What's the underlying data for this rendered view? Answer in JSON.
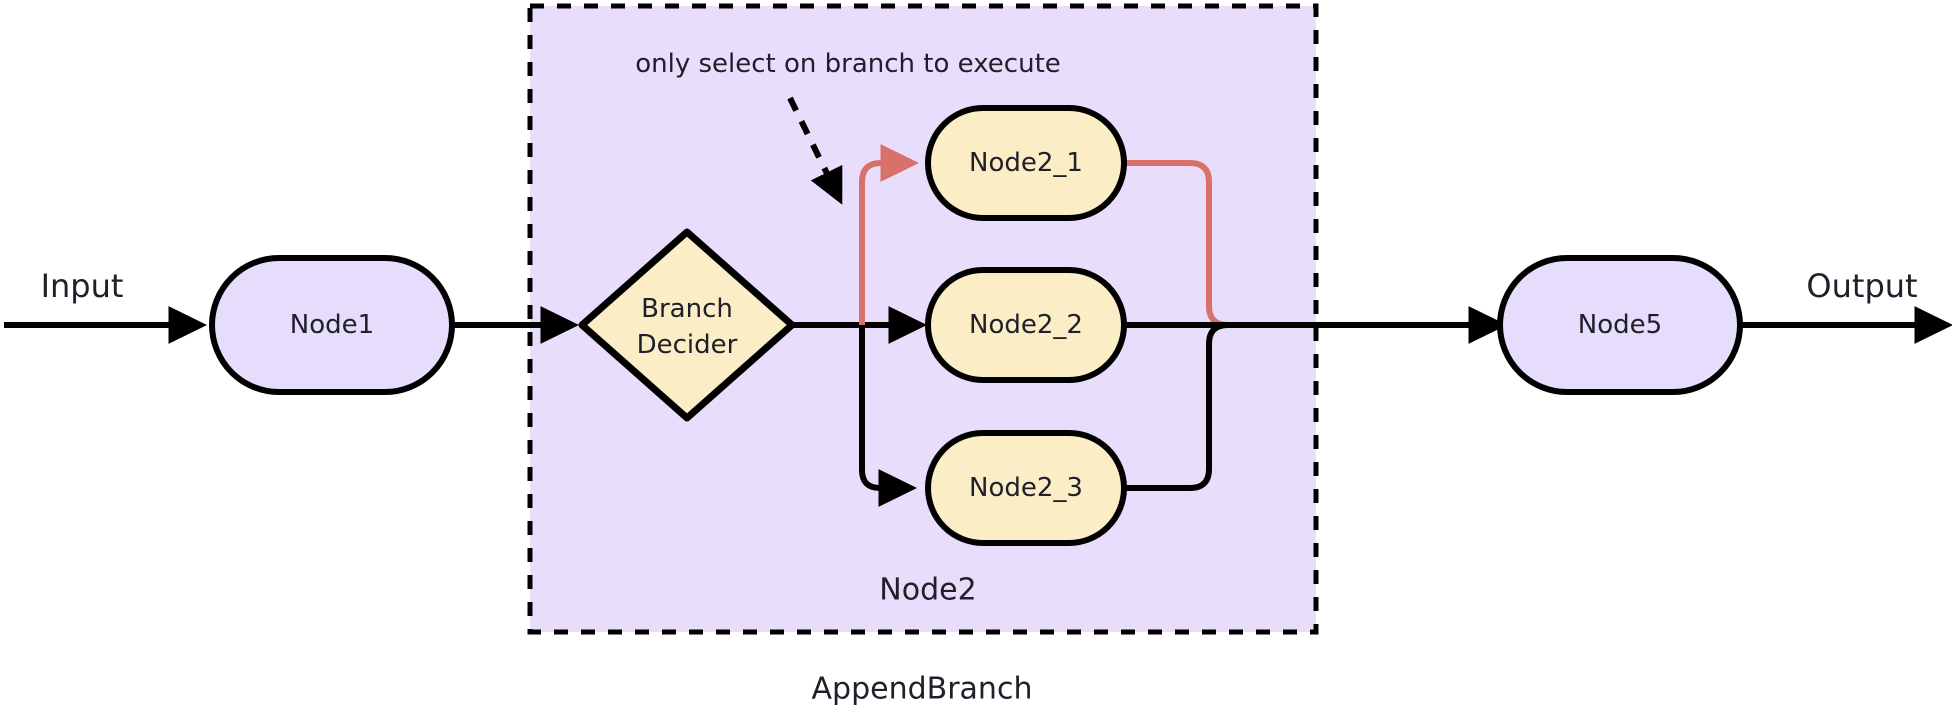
{
  "diagram": {
    "title": "AppendBranch",
    "io": {
      "input_label": "Input",
      "output_label": "Output"
    },
    "annotation": {
      "text": "only select on branch to execute",
      "pointer": "dashed-arrow"
    },
    "group": {
      "outer_label": "AppendBranch",
      "inner_label": "Node2",
      "fill": "#e8ddfb",
      "border_color": "#000000",
      "border_style": "dashed"
    },
    "nodes": [
      {
        "id": "node1",
        "label": "Node1",
        "shape": "stadium",
        "fill": "#e6dcfb",
        "stroke": "#000000"
      },
      {
        "id": "branch-decider",
        "label_line1": "Branch",
        "label_line2": "Decider",
        "shape": "diamond",
        "fill": "#fbeec6",
        "stroke": "#000000"
      },
      {
        "id": "node2_1",
        "label": "Node2_1",
        "shape": "stadium",
        "fill": "#fbeec6",
        "stroke": "#000000"
      },
      {
        "id": "node2_2",
        "label": "Node2_2",
        "shape": "stadium",
        "fill": "#fbeec6",
        "stroke": "#000000"
      },
      {
        "id": "node2_3",
        "label": "Node2_3",
        "shape": "stadium",
        "fill": "#fbeec6",
        "stroke": "#000000"
      },
      {
        "id": "node5",
        "label": "Node5",
        "shape": "stadium",
        "fill": "#e6dcfb",
        "stroke": "#000000"
      }
    ],
    "edges": [
      {
        "id": "input-to-node1",
        "from": "Input",
        "to": "Node1",
        "color": "#000000",
        "highlighted": false
      },
      {
        "id": "node1-to-decider",
        "from": "Node1",
        "to": "Branch Decider",
        "color": "#000000",
        "highlighted": false
      },
      {
        "id": "decider-to-node2_1",
        "from": "Branch Decider",
        "to": "Node2_1",
        "color": "#d9706a",
        "highlighted": true
      },
      {
        "id": "decider-to-node2_2",
        "from": "Branch Decider",
        "to": "Node2_2",
        "color": "#000000",
        "highlighted": false
      },
      {
        "id": "decider-to-node2_3",
        "from": "Branch Decider",
        "to": "Node2_3",
        "color": "#000000",
        "highlighted": false
      },
      {
        "id": "node2_1-to-merge",
        "from": "Node2_1",
        "to": "merge",
        "color": "#d9706a",
        "highlighted": true
      },
      {
        "id": "node2_2-to-merge",
        "from": "Node2_2",
        "to": "merge",
        "color": "#000000",
        "highlighted": false
      },
      {
        "id": "node2_3-to-merge",
        "from": "Node2_3",
        "to": "merge",
        "color": "#000000",
        "highlighted": false
      },
      {
        "id": "merge-to-node5",
        "from": "merge",
        "to": "Node5",
        "color": "#000000",
        "highlighted": false
      },
      {
        "id": "node5-to-output",
        "from": "Node5",
        "to": "Output",
        "color": "#000000",
        "highlighted": false
      }
    ],
    "colors": {
      "highlight": "#d9706a",
      "line": "#000000",
      "purple_node_fill": "#e6dcfb",
      "yellow_node_fill": "#fbeec6",
      "group_fill": "#e8ddfb",
      "text": "#20202a",
      "background": "#ffffff"
    }
  }
}
